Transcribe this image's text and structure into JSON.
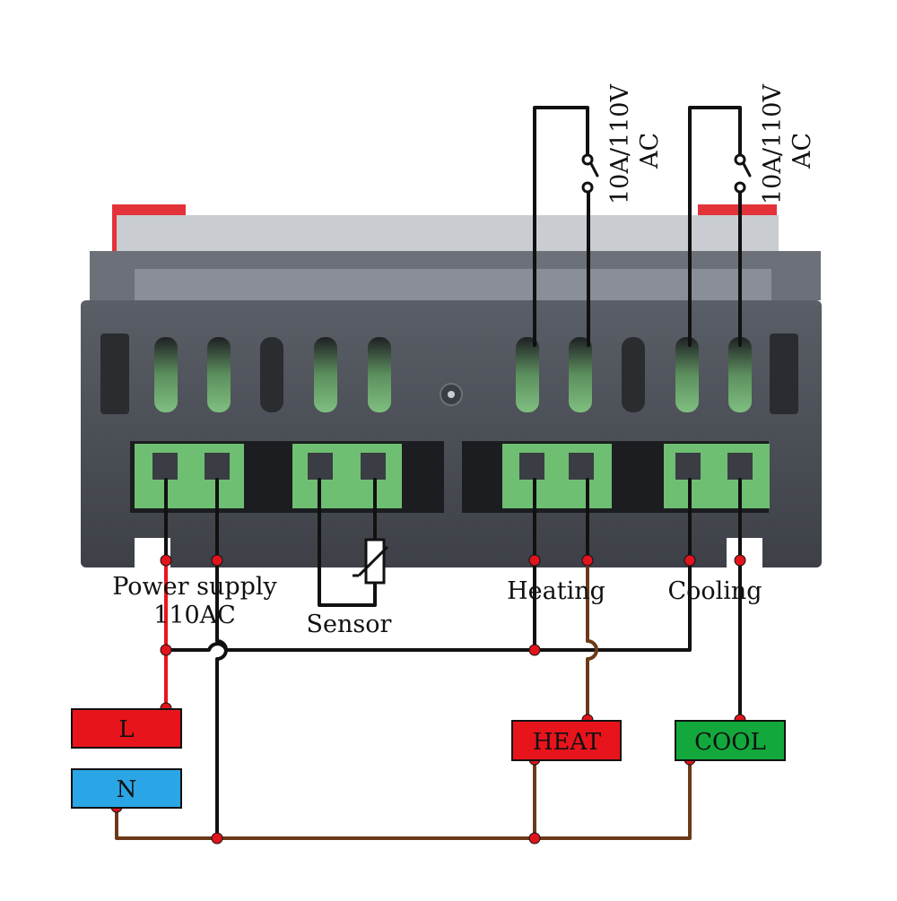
{
  "labels": {
    "power_supply_line1": "Power supply",
    "power_supply_line2": "110AC",
    "sensor": "Sensor",
    "heating": "Heating",
    "cooling": "Cooling",
    "relay1_rating_line1": "10A/110V",
    "relay1_rating_line2": "AC",
    "relay2_rating_line1": "10A/110V",
    "relay2_rating_line2": "AC"
  },
  "boxes": {
    "L": {
      "text": "L",
      "color": "#e8141c"
    },
    "N": {
      "text": "N",
      "color": "#2aa6e6"
    },
    "HEAT": {
      "text": "HEAT",
      "color": "#e8141c"
    },
    "COOL": {
      "text": "COOL",
      "color": "#12a83c"
    }
  },
  "colors": {
    "device_body": "#4a4e55",
    "terminal_green": "#6fbf73",
    "red_tab": "#e4323a",
    "wire_black": "#111111",
    "wire_red": "#e8141c",
    "wire_brown": "#6b3a1a",
    "node": "#e0141c"
  }
}
